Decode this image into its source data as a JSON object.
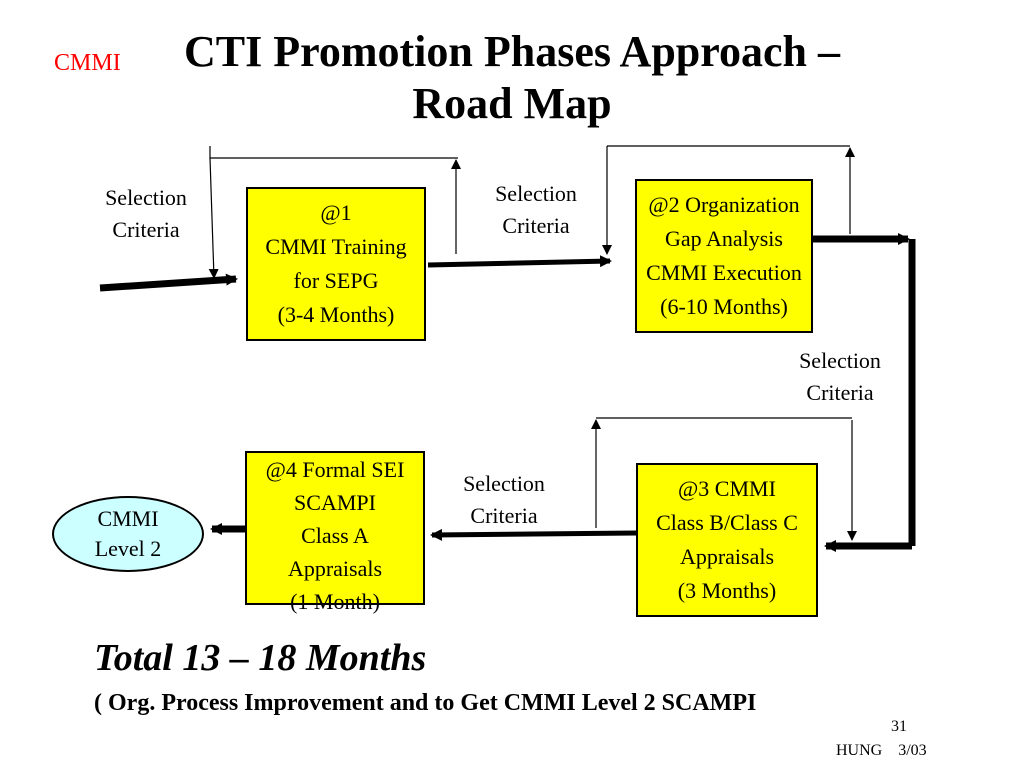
{
  "header": {
    "tag": "CMMI",
    "title_line1": "CTI Promotion Phases Approach –",
    "title_line2": "Road Map"
  },
  "phases": [
    {
      "line1": "@1",
      "line2": "CMMI Training",
      "line3": "for SEPG",
      "line4": "(3-4 Months)"
    },
    {
      "line1": "@2 Organization",
      "line2": "Gap Analysis",
      "line3": "CMMI Execution",
      "line4": "(6-10 Months)"
    },
    {
      "line1": "@3 CMMI",
      "line2": "Class B/Class C",
      "line3": "Appraisals",
      "line4": "(3 Months)"
    },
    {
      "line1": "@4 Formal SEI",
      "line2": "SCAMPI",
      "line3": "Class A",
      "line4": "Appraisals",
      "line5": "(1 Month)"
    }
  ],
  "criteria": {
    "line1": "Selection",
    "line2": "Criteria"
  },
  "goal": {
    "line1": "CMMI",
    "line2": "Level 2"
  },
  "summary": {
    "total": "Total 13 – 18 Months",
    "subtitle": "( Org. Process Improvement and to Get CMMI Level 2 SCAMPI"
  },
  "footer": {
    "page": "31",
    "author": "HUNG",
    "date": "3/03"
  }
}
